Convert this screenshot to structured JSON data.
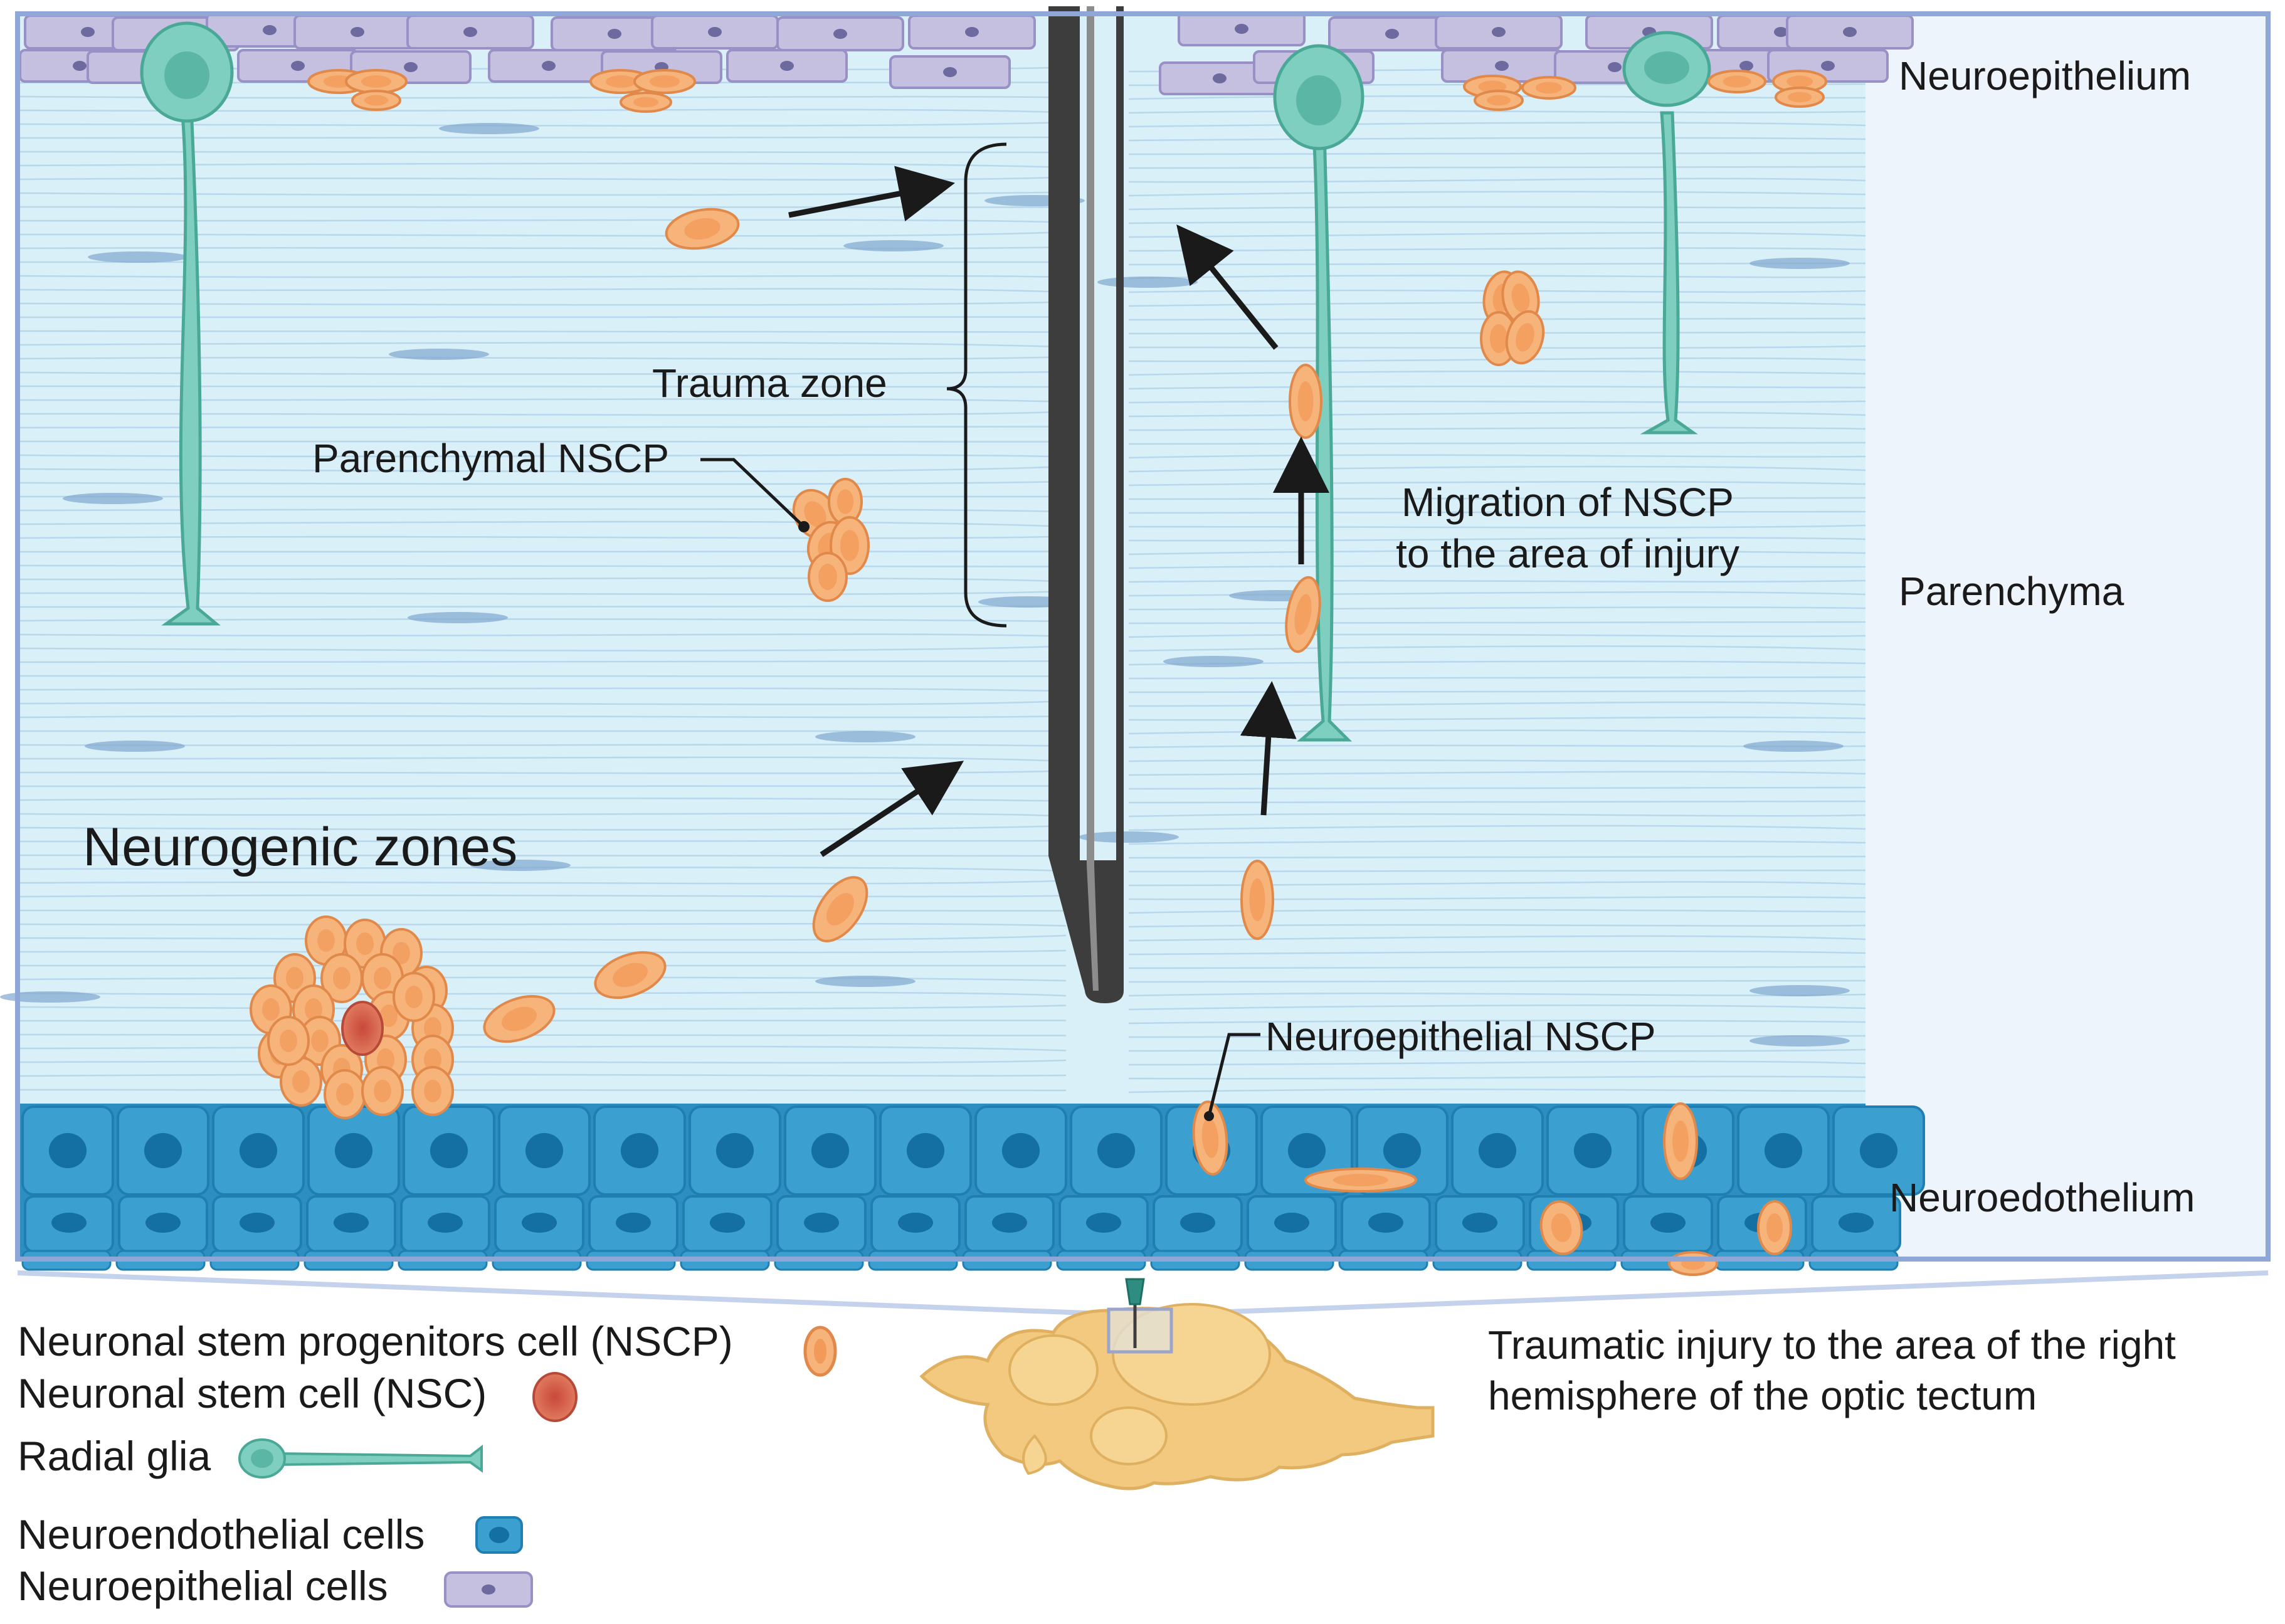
{
  "layers": {
    "neuroepithelium": "Neuroepithelium",
    "parenchyma": "Parenchyma",
    "neuroendothelium": "Neuroedothelium"
  },
  "annotations": {
    "trauma_zone": "Trauma zone",
    "parenchymal_nscp": "Parenchymal NSCP",
    "migration_line1": "Migration of NSCP",
    "migration_line2": "to the area of injury",
    "neurogenic_zones": "Neurogenic zones",
    "neuroepithelial_nscp": "Neuroepithelial NSCP"
  },
  "legend": {
    "nscp": "Neuronal stem progenitors cell (NSCP)",
    "nsc": "Neuronal stem cell (NSC)",
    "radial_glia": "Radial glia",
    "neuroendothelial_cells": "Neuroendothelial cells",
    "neuroepithelial_cells": "Neuroepithelial cells"
  },
  "injury_caption": {
    "line1": "Traumatic injury to the area of the right",
    "line2": "hemisphere of the optic tectum"
  },
  "colors": {
    "parenchyma_bg": "#daf0f8",
    "fiber": "#a9cce6",
    "frame": "#8fa7d6",
    "side_panel": "#eef4fb",
    "nscp_fill": "#f6b37a",
    "nscp_stroke": "#e0894a",
    "nsc_fill": "#d9644e",
    "radial_glia": "#7fcfc0",
    "endothelial": "#3b9fd0",
    "endothelial_nucleus": "#146fa3",
    "epithelial": "#c5bfe0",
    "epithelial_nucleus": "#6d6aa0",
    "needle": "#3d3d3d",
    "brain": "#f2c97f",
    "arrow": "#1a1a1a"
  }
}
